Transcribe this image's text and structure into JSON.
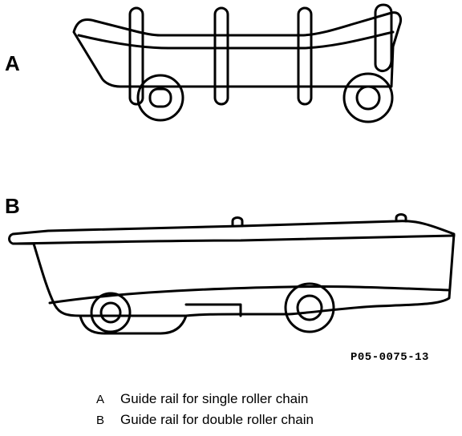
{
  "figure": {
    "label_a": "A",
    "label_b": "B",
    "figure_code": "P05-0075-13"
  },
  "legend": [
    {
      "key": "A",
      "text": "Guide rail for single roller chain"
    },
    {
      "key": "B",
      "text": "Guide rail for double roller chain"
    }
  ],
  "colors": {
    "line": "#000000",
    "background": "#ffffff"
  }
}
